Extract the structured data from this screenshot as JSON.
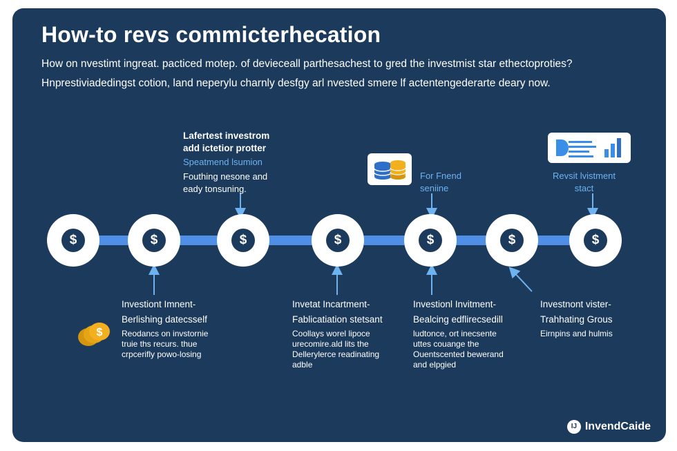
{
  "title": "How-to revs commicterhecation",
  "subtitle_lines": [
    "How on nvestimt ingreat. pacticed motep. of devieceall parthesachest to gred the investmist star ethectoproties?",
    "Hnprestiviadedingst cotion, land neperylu charnly desfgy arl nvested smere lf actentengederarte deary now."
  ],
  "colors": {
    "background": "#1b3a5c",
    "line": "#4f8fe6",
    "node": "#ffffff",
    "accent_text": "#6fb2f0",
    "coin": "#f2b01e"
  },
  "upper_labels": [
    {
      "lines": [
        "Lafertest investrom",
        "add ictetior protter"
      ],
      "style": "bold"
    },
    {
      "lines": [
        "Speatmend lsumion"
      ],
      "style": "blue"
    },
    {
      "lines": [
        "Fouthing nesone and",
        "eady tonsuning."
      ],
      "style": "normal"
    },
    {
      "lines": [
        "For Fnend",
        "seniine"
      ],
      "style": "blue"
    },
    {
      "lines": [
        "Revsit lvistment",
        "stact"
      ],
      "style": "blue"
    }
  ],
  "nodes": [
    "$",
    "$",
    "$",
    "$",
    "$",
    "$",
    "$"
  ],
  "lower_labels": [
    {
      "heading": "Investiont Imnent-",
      "subheading": "Berlishing datecsself",
      "details": [
        "Reodancs on invstornie",
        "truie ths recurs. thue",
        "crpcerifly powo-losing"
      ]
    },
    {
      "heading": "Invetat Incartment-",
      "subheading": "Fablicatiation stetsant",
      "details": [
        "Coollays worel lipoce",
        "urecomire.ald lits the",
        "Dellerylerce readinating",
        "adble"
      ]
    },
    {
      "heading": "Investionl Invitment-",
      "subheading": "Bealcing edflirecsedill",
      "details": [
        "ludtonce, ort inecsente",
        "uttes couange the",
        "Ouentscented bewerand",
        "and elpgied"
      ]
    },
    {
      "heading": "Investnont vister-",
      "subheading": "Trahhating Grous",
      "details": [
        "Eirnpins and hulmis"
      ]
    }
  ],
  "brand": {
    "mark": "IJ",
    "name": "InvendCaide"
  }
}
